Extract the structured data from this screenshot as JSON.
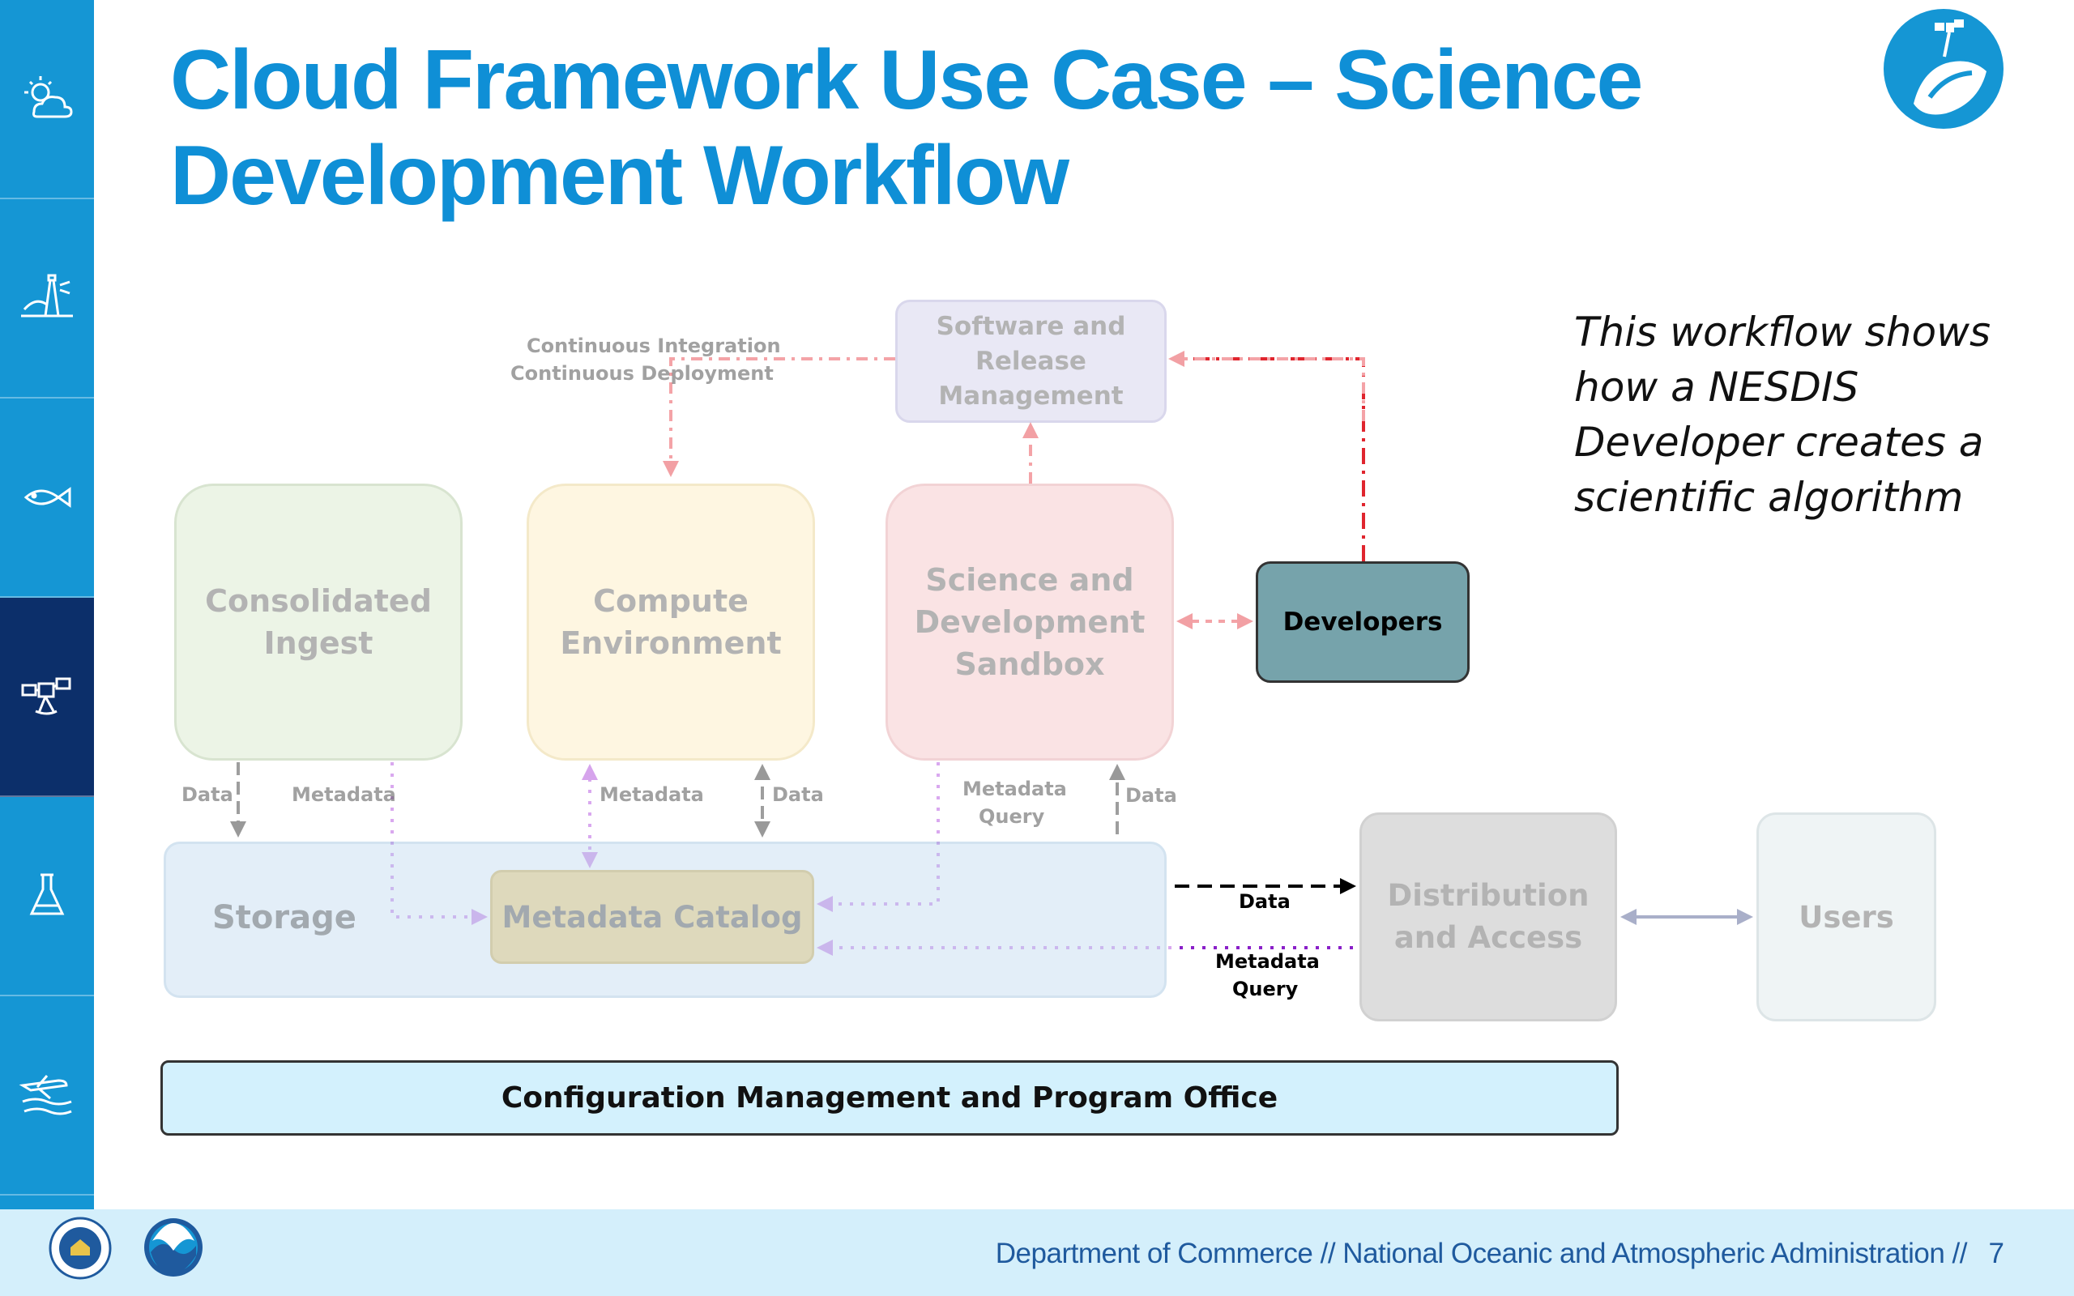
{
  "title": "Cloud Framework Use Case – Science Development Workflow",
  "note": "This workflow shows how a NESDIS Developer creates a scientific algorithm",
  "sidebar": {
    "items": [
      {
        "icon": "sun-cloud-icon"
      },
      {
        "icon": "lighthouse-icon"
      },
      {
        "icon": "fish-icon"
      },
      {
        "icon": "satellite-icon",
        "active": true
      },
      {
        "icon": "flask-icon"
      },
      {
        "icon": "airplane-icon"
      }
    ]
  },
  "diagram": {
    "consolidated_ingest": "Consolidated Ingest",
    "compute_environment": "Compute Environment",
    "sandbox": "Science and Development Sandbox",
    "software_release": "Software and Release Management",
    "developers": "Developers",
    "storage": "Storage",
    "metadata_catalog": "Metadata Catalog",
    "distribution": "Distribution and Access",
    "users": "Users",
    "config_mgmt": "Configuration Management and Program Office",
    "labels": {
      "ci": "Continuous Integration",
      "cd": "Continuous Deployment",
      "data_ingest": "Data",
      "metadata_ingest": "Metadata",
      "metadata_compute": "Metadata",
      "data_compute": "Data",
      "metadata_query_sandbox_1": "Metadata",
      "metadata_query_sandbox_2": "Query",
      "data_sandbox": "Data",
      "data_distribution": "Data",
      "metadata_query_dist_1": "Metadata",
      "metadata_query_dist_2": "Query"
    },
    "colors": {
      "ingest": "#cfe3bf",
      "compute": "#fde9b3",
      "sandbox": "#f4b7bb",
      "software": "#c6c3e6",
      "developers": "#76a3ab",
      "storage": "#b7d4ee",
      "metadata_catalog": "#d6b95c",
      "distribution": "#a7a7a7",
      "users": "#d6e3e6",
      "config": "#d3f1fd",
      "accent_blue": "#0f8fd6"
    }
  },
  "footer": {
    "text": "Department of Commerce  //  National Oceanic and Atmospheric Administration  //",
    "page": "7"
  }
}
